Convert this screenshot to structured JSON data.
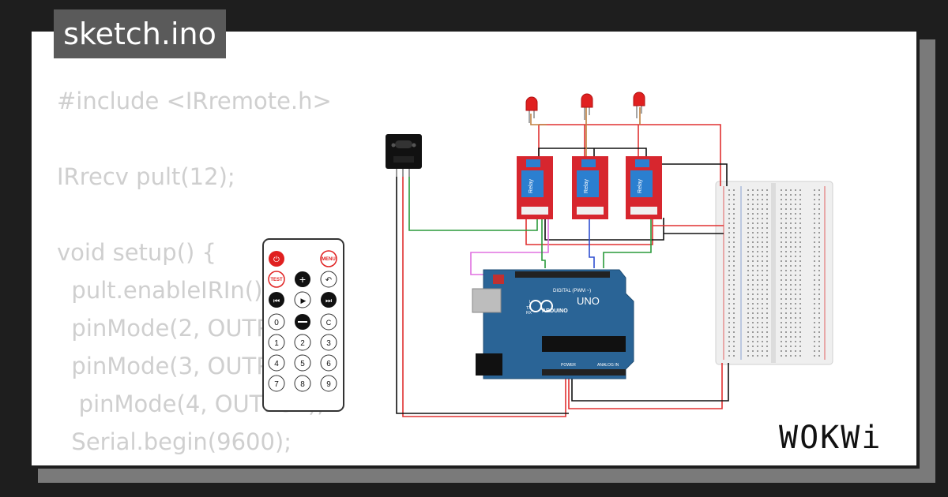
{
  "window": {
    "file_title": "sketch.ino"
  },
  "code_lines": [
    "#include <IRremote.h>",
    "",
    "IRrecv pult(12);",
    "",
    "void setup() {",
    "  pult.enableIRIn();",
    "  pinMode(2, OUTPUT);",
    "  pinMode(3, OUTPUT);",
    "   pinMode(4, OUTPUT);",
    "  Serial.begin(9600);",
    "}"
  ],
  "remote": {
    "power_label": "",
    "menu_label": "MENU",
    "test_label": "TEST",
    "c_label": "C",
    "digits": [
      "0",
      "1",
      "2",
      "3",
      "4",
      "5",
      "6",
      "7",
      "8",
      "9"
    ]
  },
  "board": {
    "brand": "ARDUINO",
    "model": "UNO",
    "digital_label": "DIGITAL (PWM ~)",
    "power_label": "POWER",
    "analog_label": "ANALOG IN",
    "tx_label": "TX",
    "rx_label": "RX",
    "l_label": "L"
  },
  "relays": [
    {
      "label": "Relay"
    },
    {
      "label": "Relay"
    },
    {
      "label": "Relay"
    }
  ],
  "brand": {
    "logo_text": "WOKWi"
  },
  "colors": {
    "card_bg": "#ffffff",
    "frame": "#1e1e1e",
    "title_bg": "#5a5a5a",
    "code_text": "#cfcfcf",
    "arduino_blue": "#2a6496",
    "relay_red": "#d7262e",
    "wire_red": "#e03030",
    "wire_green": "#2a9a3a",
    "wire_blue": "#2f4fd0",
    "wire_pink": "#e070e0",
    "wire_black": "#111111",
    "led_red": "#e02020"
  }
}
